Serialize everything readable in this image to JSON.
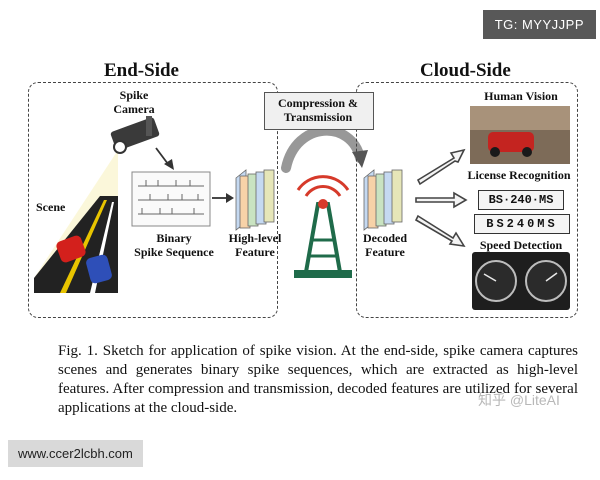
{
  "badge_top": "TG: MYYJJPP",
  "badge_bottom": "www.ccer2lcbh.com",
  "watermark": "知乎 @LiteAI",
  "figure": {
    "end_side_title": "End-Side",
    "cloud_side_title": "Cloud-Side",
    "spike_camera": "Spike\nCamera",
    "scene": "Scene",
    "binary_spike_sequence": "Binary\nSpike Sequence",
    "high_level_feature": "High-level\nFeature",
    "compression_transmission": "Compression &\nTransmission",
    "decoded_feature": "Decoded\nFeature",
    "human_vision": "Human Vision",
    "license_recognition": "License Recognition",
    "plate_text_1": "BS·240·MS",
    "plate_text_2": "BS240MS",
    "speed_detection": "Speed Detection"
  },
  "caption": "Fig. 1.   Sketch for application of spike vision. At the end-side, spike camera captures scenes and generates binary spike sequences, which are extracted as high-level features. After compression and transmission, decoded features are utilized for several applications at the cloud-side."
}
